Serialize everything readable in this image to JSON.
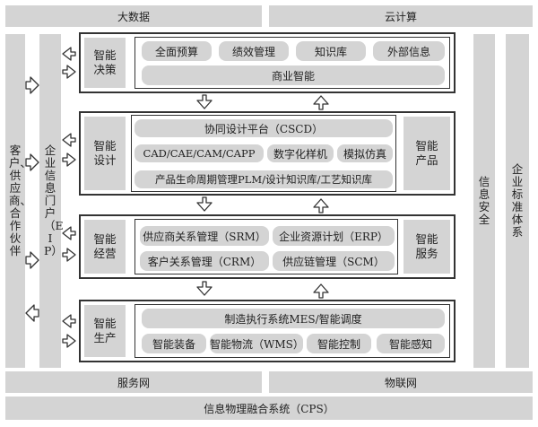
{
  "top_bars": {
    "left": "大数据",
    "right": "云计算"
  },
  "left_column": {
    "customers": "客户、供应商、合作伙伴",
    "portal": "企业信息门户（EIP）"
  },
  "right_column": {
    "security": "信息安全",
    "standards": "企业标准体系"
  },
  "decision": {
    "label": "智能决策",
    "items": [
      "全面预算",
      "绩效管理",
      "知识库",
      "外部信息"
    ],
    "bottom": "商业智能"
  },
  "design": {
    "label": "智能设计",
    "platform": "协同设计平台（CSCD）",
    "items": [
      "CAD/CAE/CAM/CAPP",
      "数字化样机",
      "模拟仿真"
    ],
    "plm": "产品生命周期管理PLM/设计知识库/工艺知识库",
    "side": "智能产品"
  },
  "operation": {
    "label": "智能经营",
    "items": [
      "供应商关系管理（SRM）",
      "企业资源计划（ERP）",
      "客户关系管理（CRM）",
      "供应链管理（SCM）"
    ],
    "side": "智能服务"
  },
  "production": {
    "label": "智能生产",
    "mes": "制造执行系统MES/智能调度",
    "items": [
      "智能装备",
      "智能物流（WMS）",
      "智能控制",
      "智能感知"
    ]
  },
  "bottom_bars": {
    "service_net": "服务网",
    "iot": "物联网",
    "cps": "信息物理融合系统（CPS）"
  }
}
